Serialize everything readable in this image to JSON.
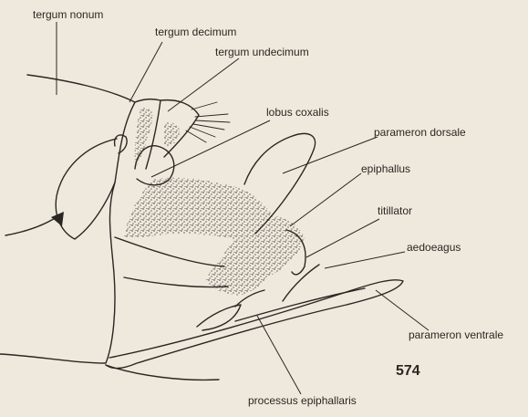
{
  "figure": {
    "number": "574",
    "colors": {
      "paper": "#efe9dd",
      "ink": "#2a2622"
    }
  },
  "labels": {
    "tergum_nonum": "tergum nonum",
    "tergum_decimum": "tergum decimum",
    "tergum_undecimum": "tergum undecimum",
    "lobus_coxalis": "lobus coxalis",
    "parameron_dorsale": "parameron dorsale",
    "epiphallus": "epiphallus",
    "titillator": "titillator",
    "aedoeagus": "aedoeagus",
    "parameron_ventrale": "parameron ventrale",
    "processus_epiphallaris": "processus epiphallaris"
  }
}
